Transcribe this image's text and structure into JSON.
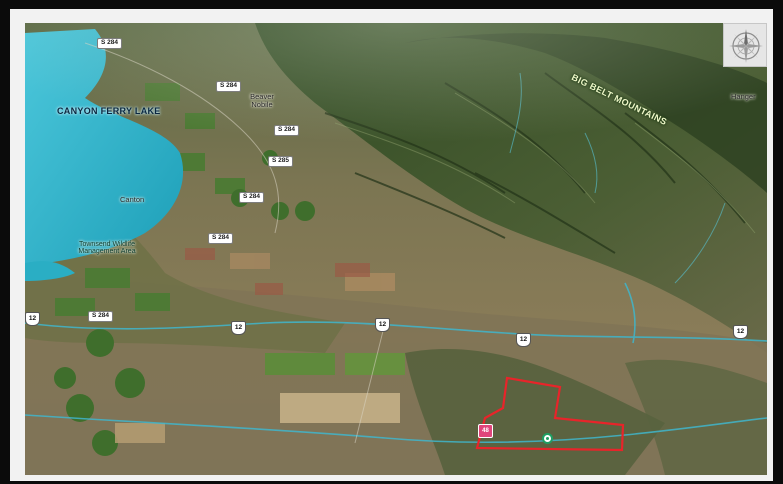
{
  "map": {
    "labels": {
      "lake": "CANYON FERRY LAKE",
      "mountains": "BIG BELT MOUNTAINS",
      "town_silos": "Canton",
      "town_townsend": "Townsend Wildlife Management Area",
      "town_north": "Beaver Nobile",
      "town_east": "Hanger"
    },
    "road_labels": {
      "r1": "S 284",
      "r2": "S 284",
      "r3": "S 284",
      "r4": "S 285",
      "r5": "S 284",
      "r6": "S 284",
      "r7": "S 284"
    },
    "highway_shields": {
      "h1": "12",
      "h2": "12",
      "h3": "12",
      "h4": "12",
      "h5": "12"
    },
    "marker_pin_label": "48",
    "colors": {
      "water": "#2bb3c9",
      "property_outline": "#e8242a",
      "forest": "#3f5a2c",
      "farmland": "#8b7d54"
    },
    "compass_icon": "compass-rose-icon"
  }
}
